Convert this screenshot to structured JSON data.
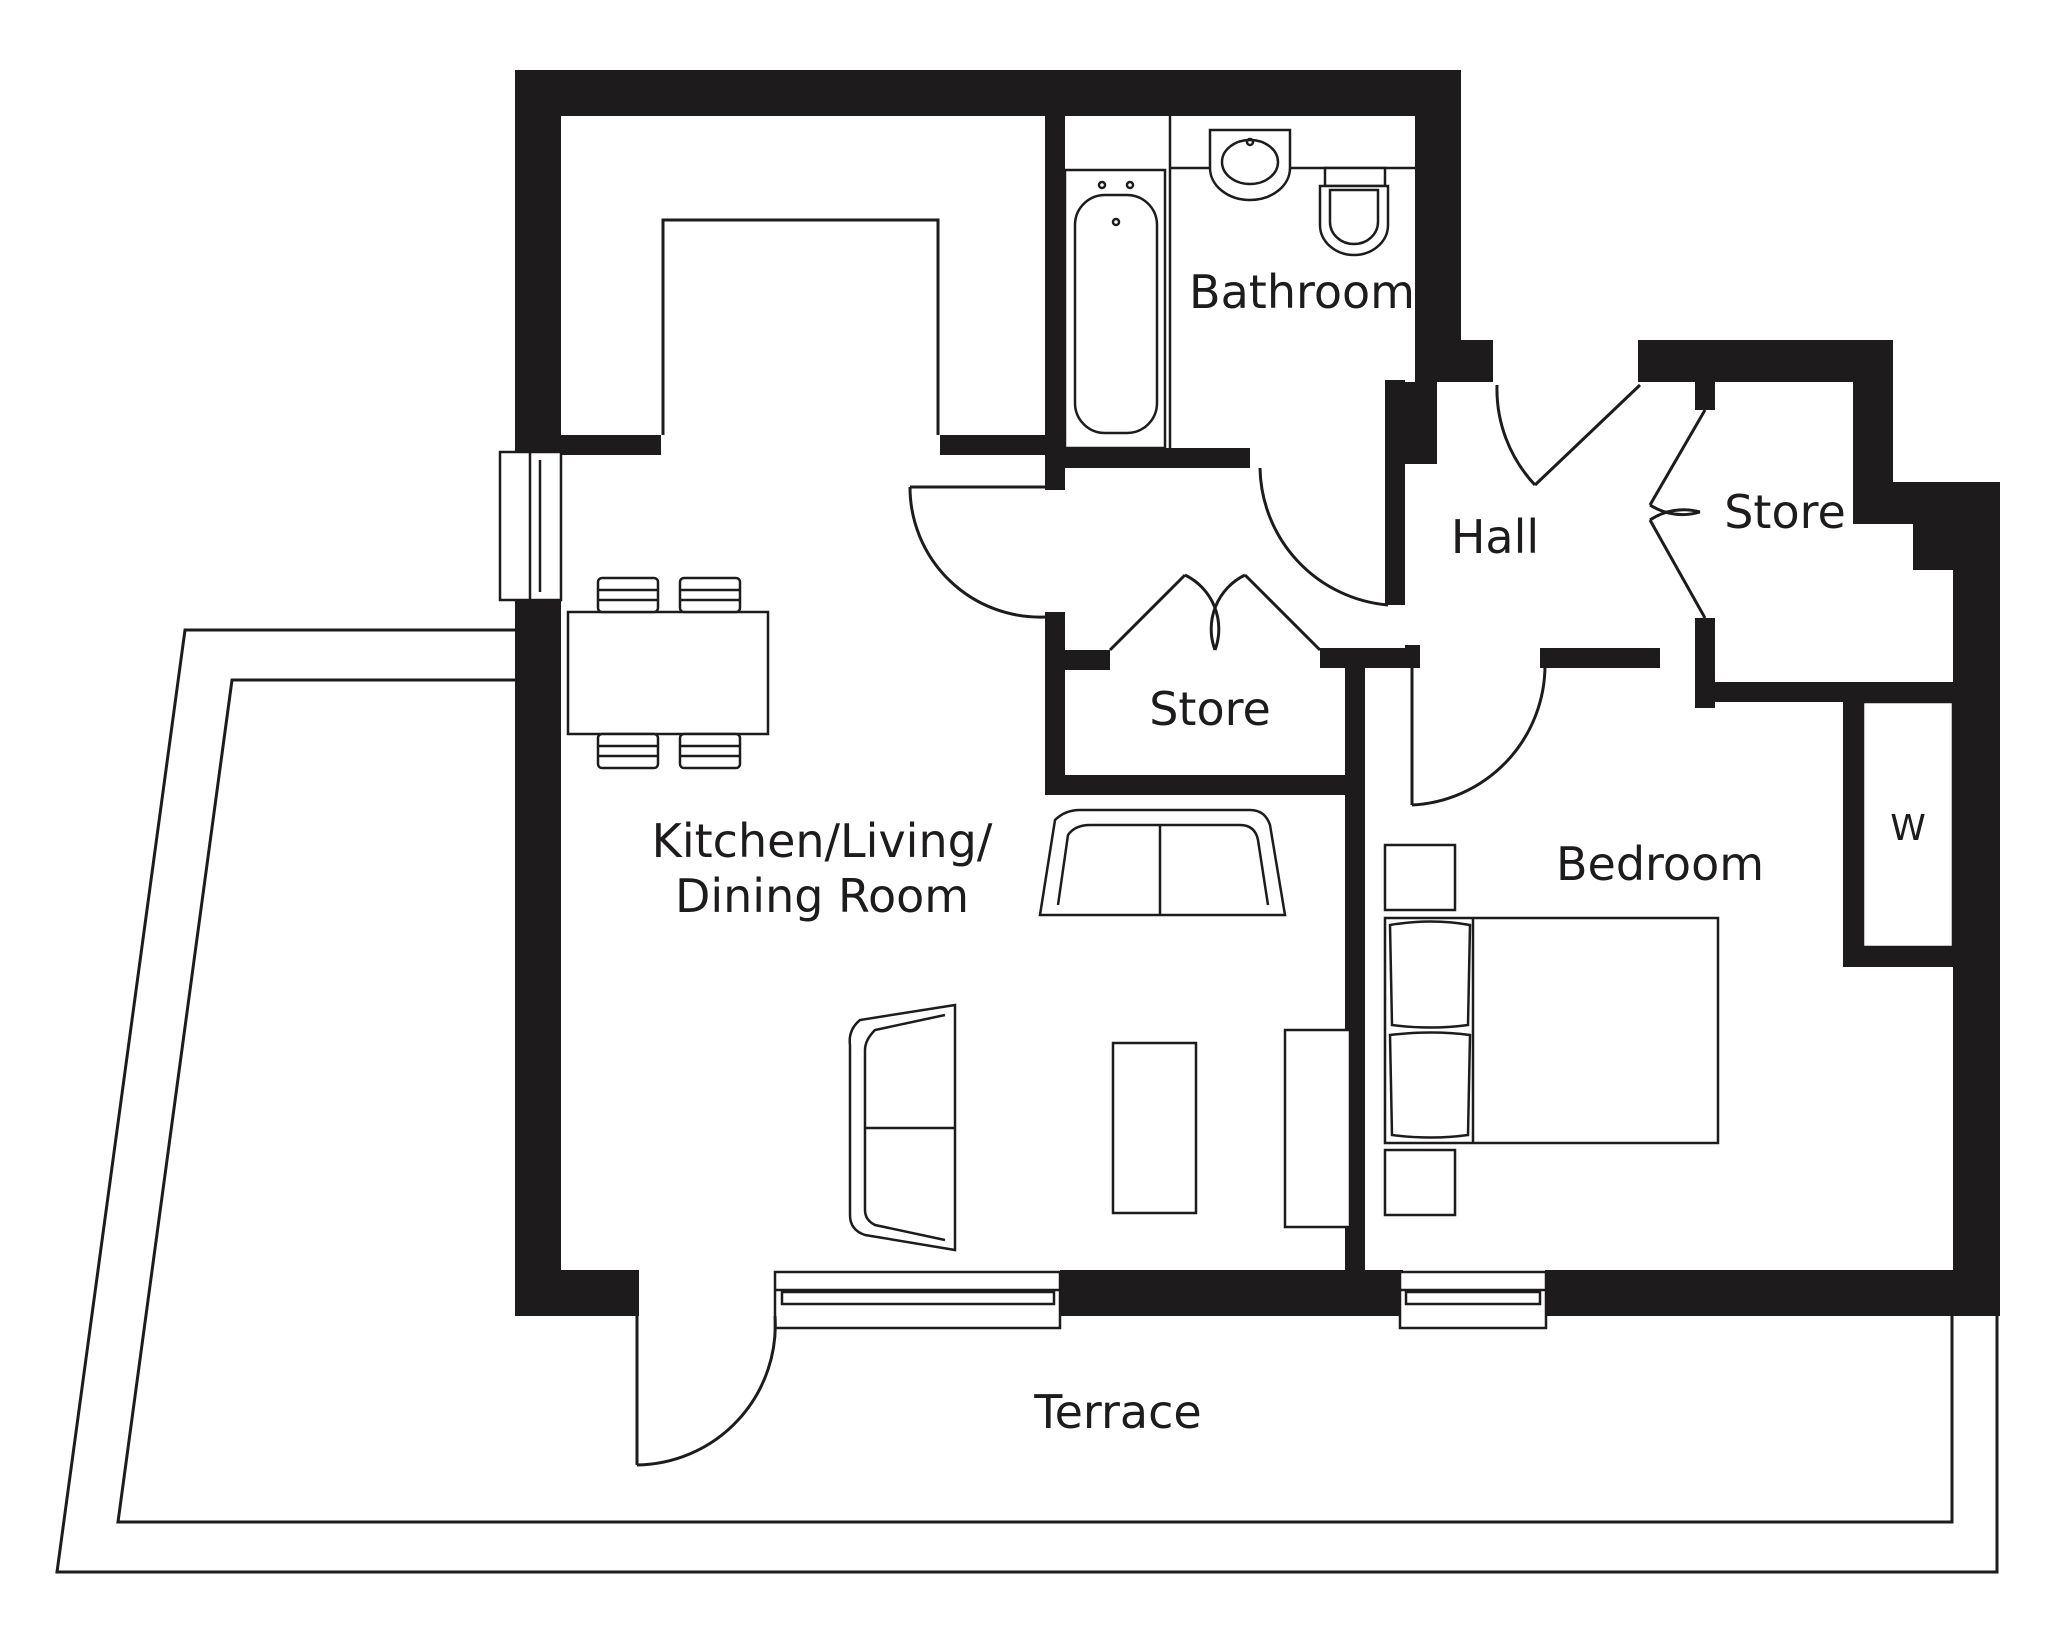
{
  "rooms": {
    "bathroom": "Bathroom",
    "hall": "Hall",
    "store_right": "Store",
    "store_center": "Store",
    "living_line1": "Kitchen/Living/",
    "living_line2": "Dining Room",
    "bedroom": "Bedroom",
    "wardrobe": "W",
    "terrace": "Terrace"
  },
  "colors": {
    "ink": "#1e1b1c",
    "background": "#ffffff"
  }
}
